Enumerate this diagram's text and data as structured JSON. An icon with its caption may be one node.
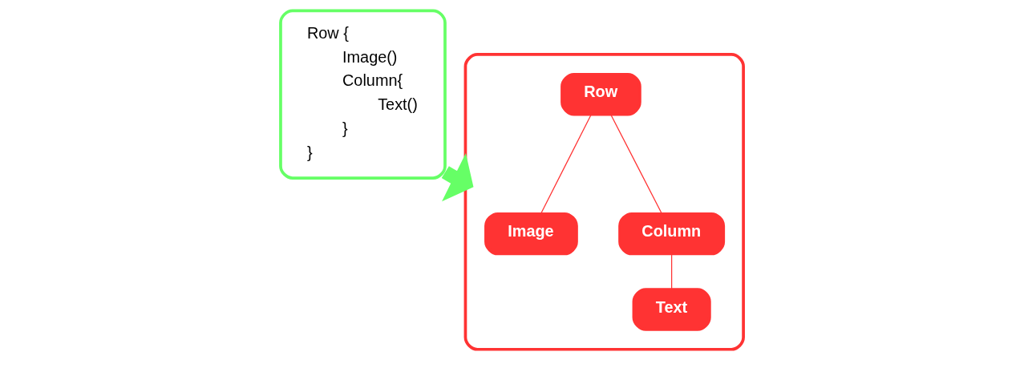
{
  "diagram": {
    "nodes": [
      {
        "text": [
          "Row {",
          "Image()",
          "Column{",
          "Text()",
          "}",
          "}"
        ]
      },
      {
        "text": [],
        "shape": "box"
      },
      {
        "text": [
          "Row"
        ],
        "in": 1
      },
      {
        "text": [
          "Image"
        ],
        "in": 1
      },
      {
        "text": [
          "Column"
        ],
        "in": 1
      },
      {
        "text": [
          "Text"
        ],
        "in": 1
      }
    ],
    "edges": [
      {
        "from": 0,
        "to": 1,
        "arrow": "to",
        "style": "thick",
        "color": "#66ff66"
      },
      {
        "from": 2,
        "to": 3,
        "arrow": "none"
      },
      {
        "from": 2,
        "to": 4,
        "arrow": "none"
      },
      {
        "from": 4,
        "to": 5,
        "arrow": "none"
      }
    ]
  }
}
